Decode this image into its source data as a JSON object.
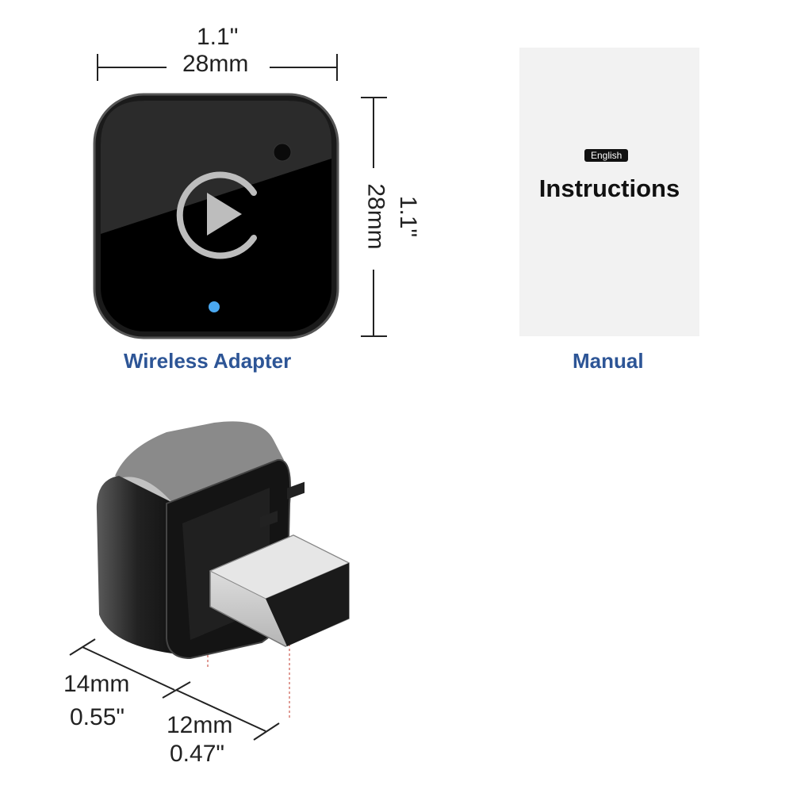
{
  "adapter": {
    "width_inch": "1.1\"",
    "width_mm": "28mm",
    "height_mm": "28mm",
    "height_inch": "1.1\"",
    "caption": "Wireless Adapter"
  },
  "manual": {
    "language": "English",
    "title": "Instructions",
    "caption": "Manual"
  },
  "usb": {
    "length_mm": "14mm",
    "length_inch": "0.55\"",
    "plug_mm": "12mm",
    "plug_inch": "0.47\""
  },
  "colors": {
    "caption": "#2d5596",
    "led": "#4aa8f0"
  }
}
